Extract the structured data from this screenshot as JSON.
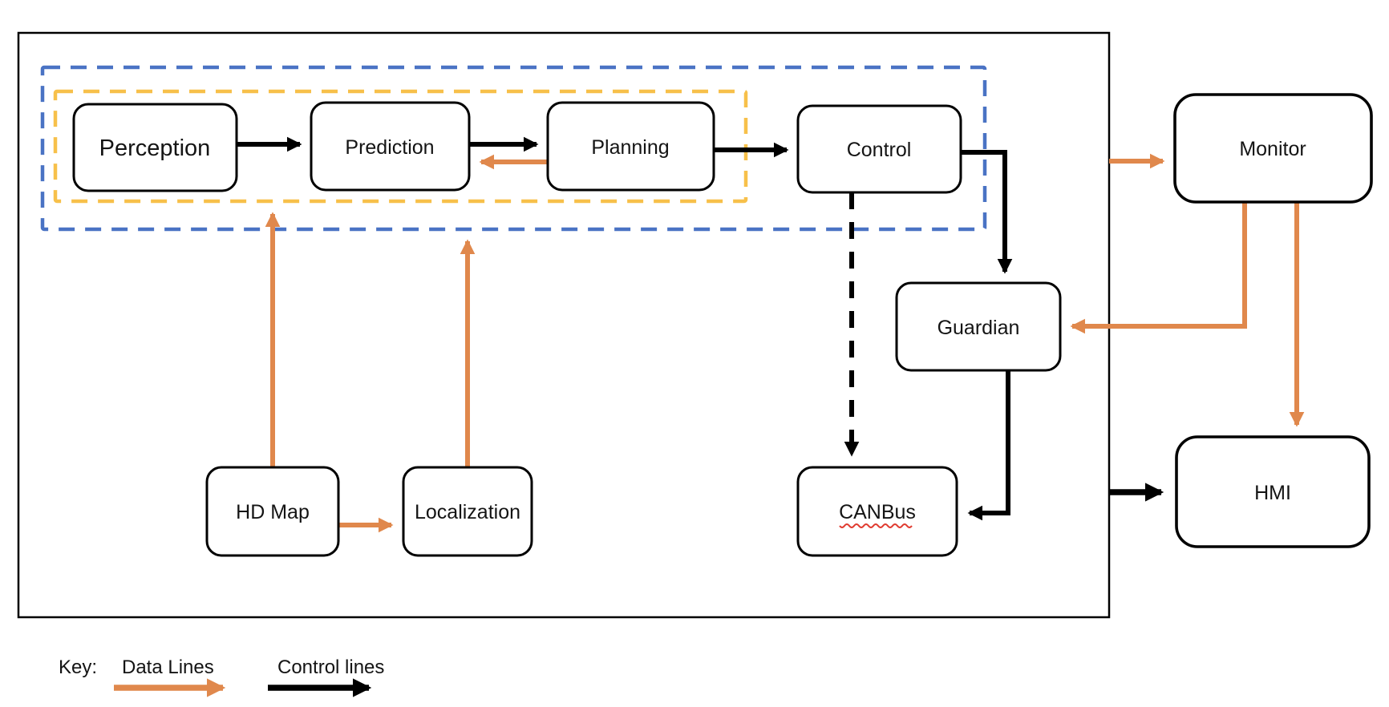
{
  "diagram": {
    "nodes": {
      "perception": {
        "label": "Perception"
      },
      "prediction": {
        "label": "Prediction"
      },
      "planning": {
        "label": "Planning"
      },
      "control": {
        "label": "Control"
      },
      "monitor": {
        "label": "Monitor"
      },
      "guardian": {
        "label": "Guardian"
      },
      "hd_map": {
        "label": "HD Map"
      },
      "localization": {
        "label": "Localization"
      },
      "canbus": {
        "label": "CANBus"
      },
      "hmi": {
        "label": "HMI"
      }
    },
    "key": {
      "title": "Key:",
      "data_lines_label": "Data Lines",
      "control_lines_label": "Control lines"
    },
    "colors": {
      "data_line_orange": "#E0884C",
      "control_line_black": "#000000",
      "group_dashed_blue": "#4A73C4",
      "group_dashed_yellow": "#F7C04A",
      "spellcheck_underline_red": "#E03C31",
      "node_fill": "#FFFFFF",
      "node_border": "#000000"
    }
  }
}
